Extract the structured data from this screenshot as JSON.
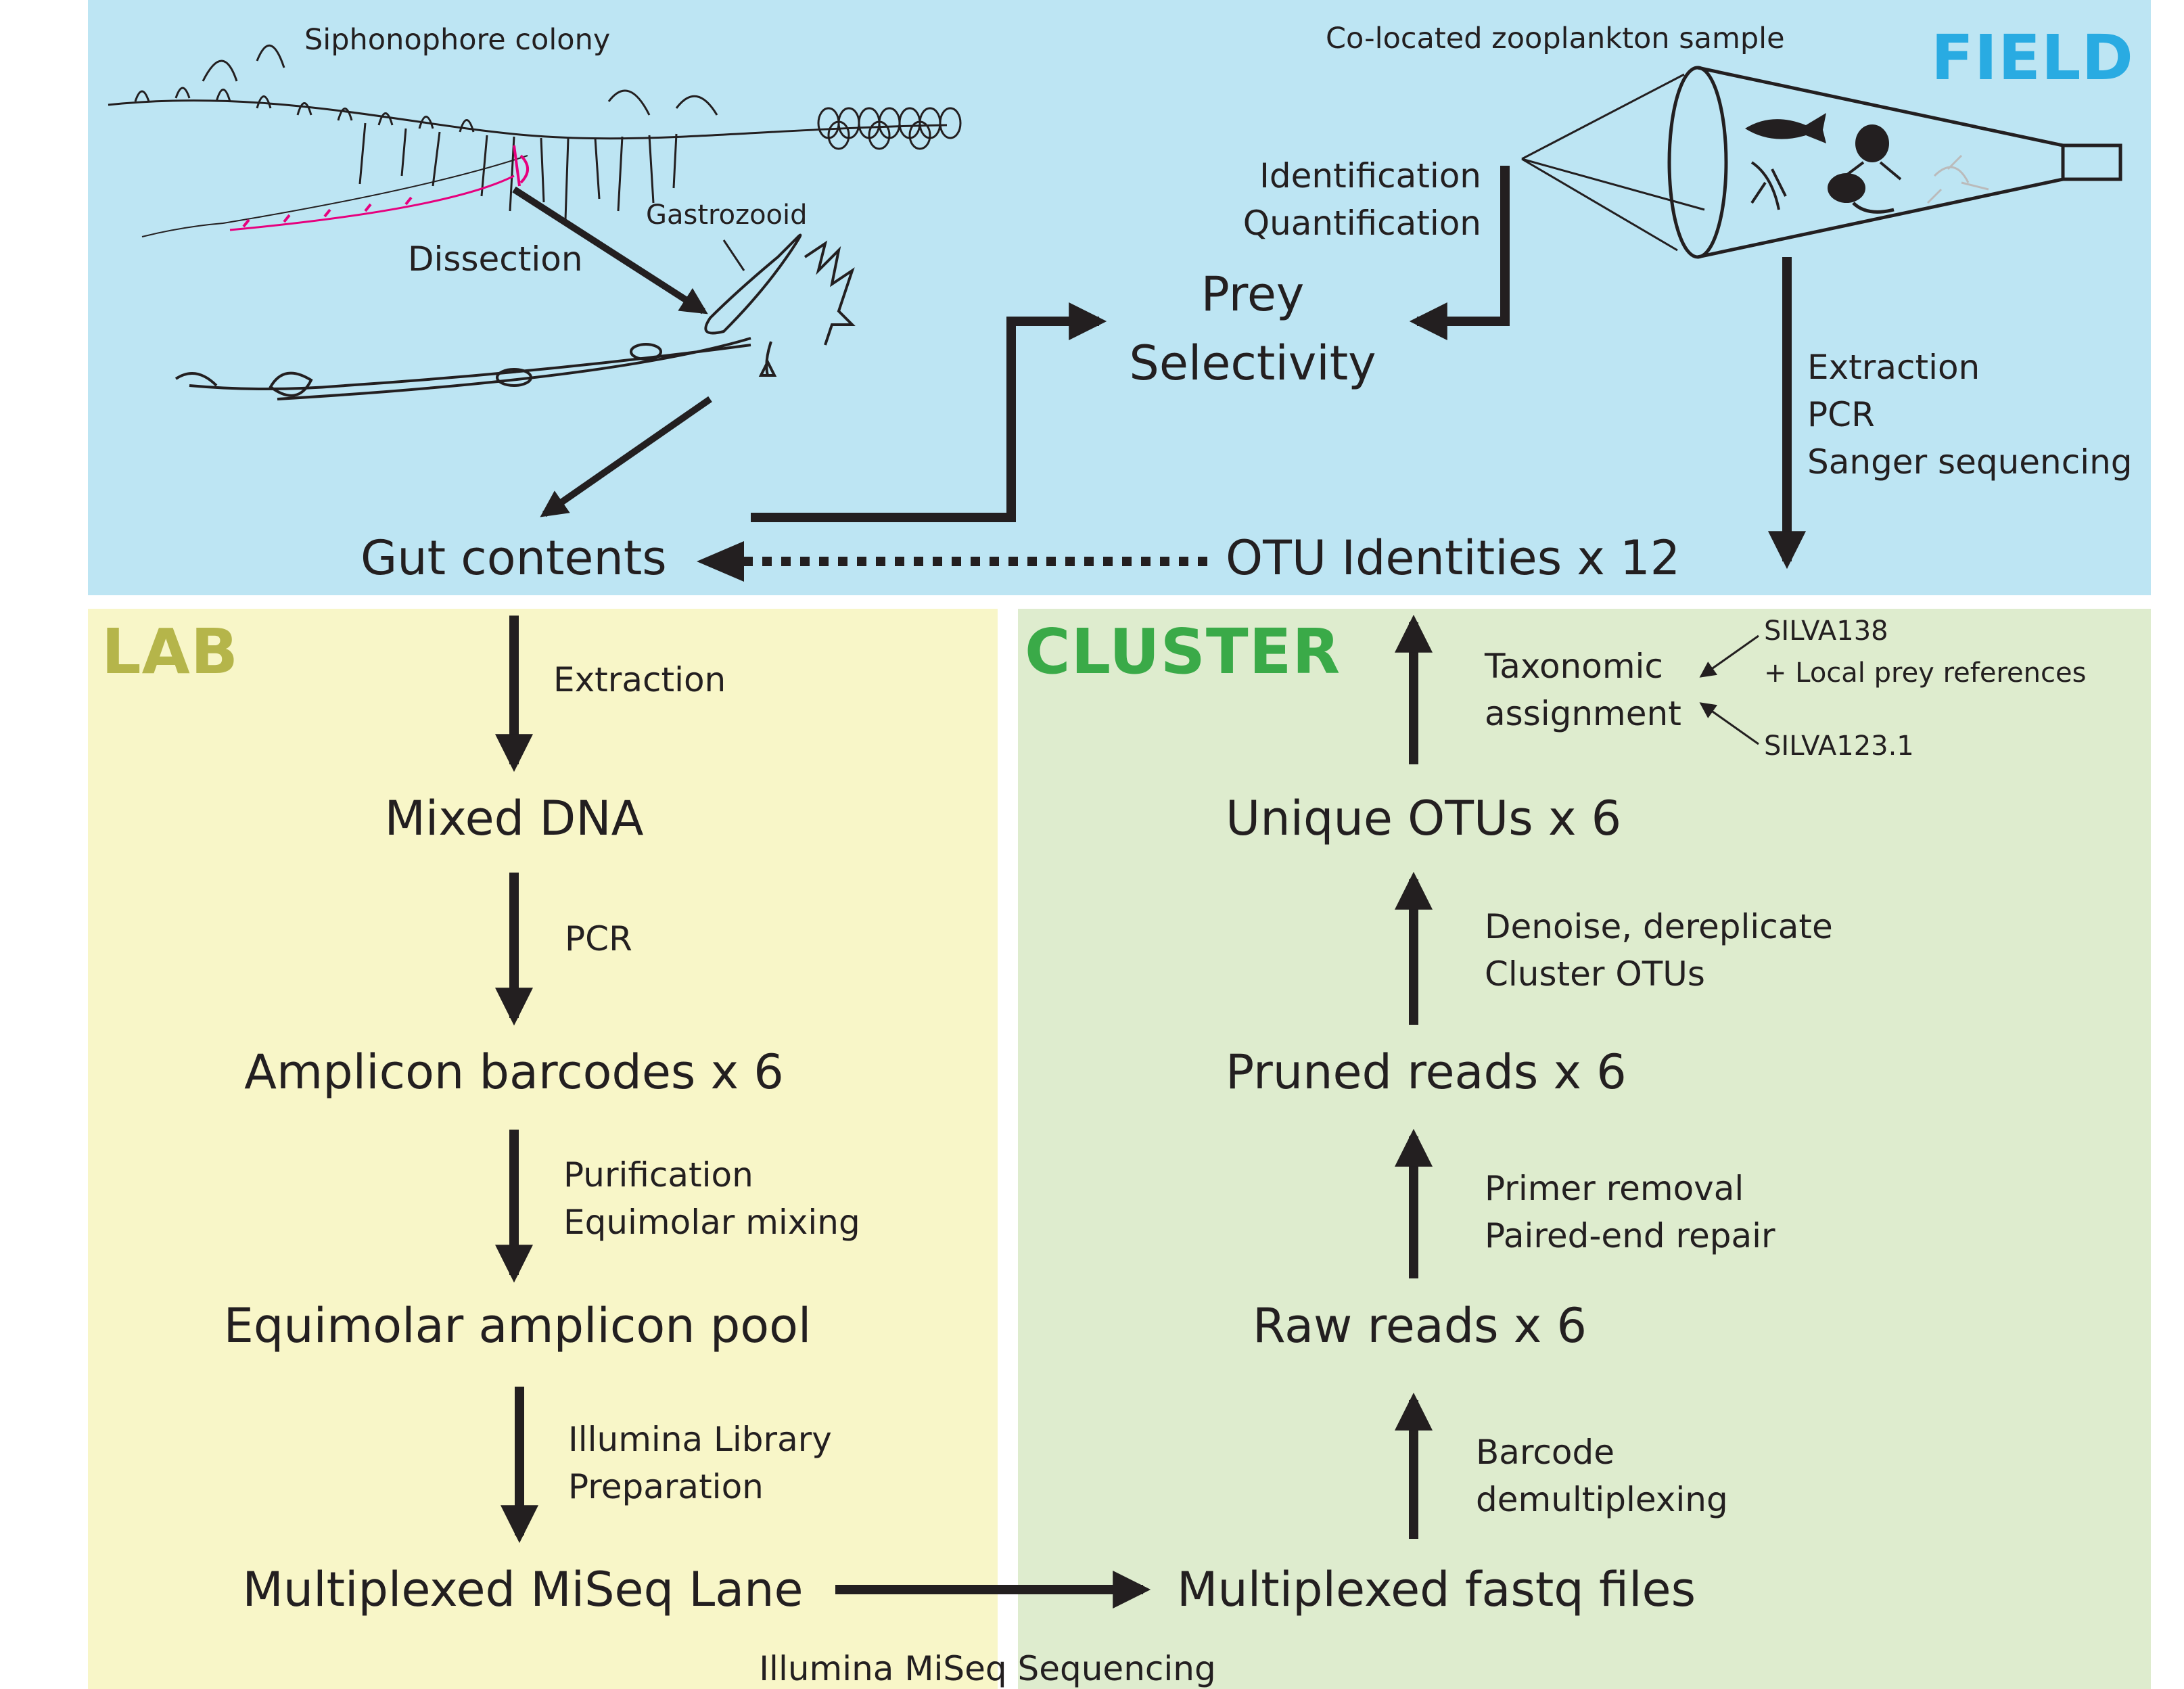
{
  "colors": {
    "field_bg": "#bde5f3",
    "lab_bg": "#f8f6c8",
    "cluster_bg": "#deecce",
    "field_header": "#29abe2",
    "lab_header": "#b5b54a",
    "cluster_header": "#3aaa48",
    "arrow": "#231f20",
    "tissue_highlight": "#e6007e"
  },
  "field": {
    "header": "FIELD",
    "siphonophore_label": "Siphonophore colony",
    "gastrozooid_label": "Gastrozooid",
    "dissection_label": "Dissection",
    "zooplankton_label": "Co-located zooplankton sample",
    "identification_label": "Identification\nQuantification",
    "prey_selectivity": "Prey\nSelectivity",
    "extraction_pcr_label": "Extraction\nPCR\nSanger sequencing",
    "gut_contents": "Gut contents",
    "otu_identities": "OTU Identities x 12"
  },
  "lab": {
    "header": "LAB",
    "extraction_label": "Extraction",
    "mixed_dna": "Mixed DNA",
    "pcr_label": "PCR",
    "amplicon_barcodes": "Amplicon barcodes x 6",
    "purification_label": "Purification\nEquimolar mixing",
    "equimolar_pool": "Equimolar amplicon pool",
    "library_label": "Illumina Library\nPreparation",
    "miseq_lane": "Multiplexed MiSeq Lane",
    "sequencing_label": "Illumina MiSeq Sequencing"
  },
  "cluster": {
    "header": "CLUSTER",
    "taxonomic_assignment": "Taxonomic\nassignment",
    "silva138": "SILVA138\n+ Local prey references",
    "silva123": "SILVA123.1",
    "unique_otus": "Unique OTUs x 6",
    "denoise_label": "Denoise, dereplicate\nCluster OTUs",
    "pruned_reads": "Pruned reads x 6",
    "primer_label": "Primer removal\nPaired-end repair",
    "raw_reads": "Raw reads x 6",
    "barcode_label": "Barcode\ndemultiplexing",
    "fastq_files": "Multiplexed fastq files"
  },
  "icons": [
    "siphonophore-colony-icon",
    "gastrozooid-icon",
    "plankton-net-icon",
    "fish-icon",
    "copepod-icon",
    "amphipod-icon",
    "jellyfish-icon",
    "shrimp-icon"
  ]
}
